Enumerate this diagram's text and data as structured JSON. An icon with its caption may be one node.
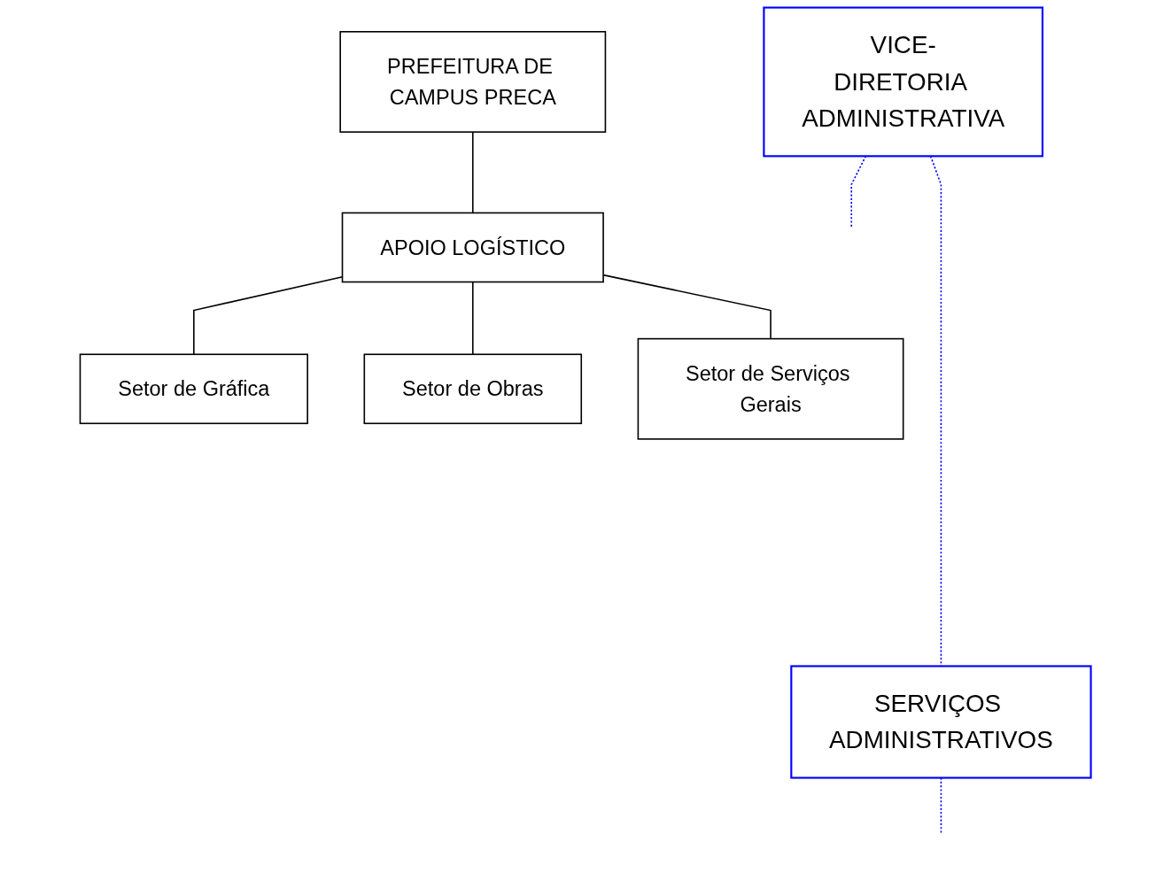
{
  "diagram": {
    "nodes": [
      {
        "text": [
          "VICE-DIRETORIA ADMINISTRATIVA"
        ]
      },
      {
        "text": [
          "PREFEITURA DE CAMPUS PRECA"
        ]
      },
      {
        "text": [
          "APOIO LOGÍSTICO"
        ]
      },
      {
        "text": [
          "Setor de Gráfica"
        ]
      },
      {
        "text": [
          "Setor de Obras"
        ]
      },
      {
        "text": [
          "Setor de Serviços Gerais"
        ]
      },
      {
        "text": [
          "SERVIÇOS ADMINISTRATIVOS"
        ]
      }
    ],
    "edges": [
      {
        "from": 1,
        "to": 2,
        "arrow": "none"
      },
      {
        "from": 2,
        "to": 3,
        "arrow": "none"
      },
      {
        "from": 2,
        "to": 4,
        "arrow": "none"
      },
      {
        "from": 2,
        "to": 5,
        "arrow": "none"
      },
      {
        "from": 0,
        "to": 6,
        "arrow": "none",
        "style": "dashed",
        "color": "#0000ff"
      },
      {
        "from": 0,
        "to": null,
        "arrow": "none",
        "style": "dashed",
        "color": "#0000ff"
      },
      {
        "from": 6,
        "to": null,
        "arrow": "none",
        "style": "dashed",
        "color": "#0000ff"
      }
    ]
  }
}
